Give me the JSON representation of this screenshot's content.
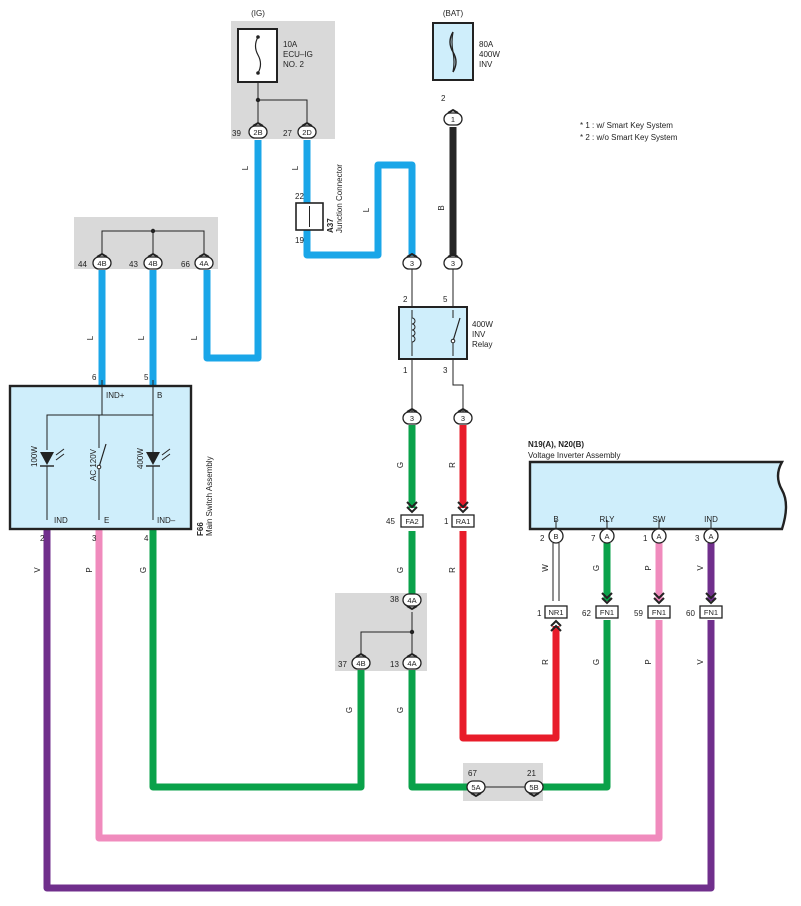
{
  "colors": {
    "L": "#1aa6e8",
    "B": "#262626",
    "G": "#0aa24a",
    "R": "#e81c2a",
    "P": "#f08bbd",
    "V": "#702f8c",
    "W": "#ffffff",
    "component_fill": "#cfeefb",
    "junction_fill": "#d9d9d9"
  },
  "notes": [
    "* 1 : w/ Smart Key System",
    "* 2 : w/o Smart Key System"
  ],
  "ig": {
    "label": "(IG)",
    "fuse_lines": [
      "10A",
      "ECU–IG",
      "NO. 2"
    ],
    "pin_39": "39",
    "conn_2B": "2B",
    "pin_27": "27",
    "conn_2D": "2D"
  },
  "bat": {
    "label": "(BAT)",
    "fuse_lines": [
      "80A",
      "400W",
      "INV"
    ],
    "pin_2": "2",
    "conn_1": "1"
  },
  "jc_a37": {
    "code": "A37",
    "name": "Junction Connector",
    "pin_22": "22",
    "pin_19": "19"
  },
  "top_junction": {
    "pins": [
      "44",
      "43",
      "66"
    ],
    "conns": [
      "4B",
      "4B",
      "4A"
    ]
  },
  "relay": {
    "name_lines": [
      "400W",
      "INV",
      "Relay"
    ],
    "pin_2": "2",
    "pin_5": "5",
    "pin_1": "1",
    "pin_3": "3",
    "conn_in_left": "3",
    "conn_in_right": "3",
    "conn_out_left": "3",
    "conn_out_right": "3"
  },
  "main_switch": {
    "code": "F66",
    "name": "Main Switch Assembly",
    "pin_6": "6",
    "pin_5": "5",
    "pin_2": "2",
    "pin_3": "3",
    "pin_4": "4",
    "term_ind_plus": "IND+",
    "term_b": "B",
    "term_ind": "IND",
    "term_e": "E",
    "term_ind_minus": "IND–",
    "lamp_100w": "100W",
    "switch_ac": "AC 120V",
    "lamp_400w": "400W"
  },
  "inverter": {
    "title": "N19(A), N20(B)",
    "name": "Voltage Inverter Assembly",
    "terms": [
      "B",
      "RLY",
      "SW",
      "IND"
    ],
    "pins": [
      "2",
      "7",
      "1",
      "3"
    ],
    "conns": [
      "B",
      "A",
      "A",
      "A"
    ]
  },
  "inline": {
    "fa2_pin": "45",
    "fa2": "FA2",
    "ra1_pin": "1",
    "ra1": "RA1",
    "nr1_pin": "1",
    "nr1": "NR1",
    "fn1a_pin": "62",
    "fn1a": "FN1",
    "fn1b_pin": "59",
    "fn1b": "FN1",
    "fn1c_pin": "60",
    "fn1c": "FN1"
  },
  "mid_junction": {
    "pin_38": "38",
    "conn_38": "4A",
    "pin_37": "37",
    "conn_37": "4B",
    "pin_13": "13",
    "conn_13": "4A"
  },
  "bottom_junction": {
    "pin_67": "67",
    "conn_67": "5A",
    "pin_21": "21",
    "conn_21": "5B"
  },
  "wire_labels": {
    "L_ig1": "L",
    "L_ig2": "L",
    "L_jc": "L",
    "B_bat": "B",
    "L_ms6": "L",
    "L_ms5": "L",
    "L_66": "L",
    "G_relay": "G",
    "R_relay": "R",
    "G_fa2": "G",
    "R_ra1": "R",
    "V_ms": "V",
    "P_ms": "P",
    "G_ms": "G",
    "G_37": "G",
    "G_13": "G",
    "W_b": "W",
    "R_nr1": "R",
    "G_rly": "G",
    "G_fn1": "G",
    "P_sw": "P",
    "P_fn1": "P",
    "V_ind": "V",
    "V_fn1": "V"
  }
}
